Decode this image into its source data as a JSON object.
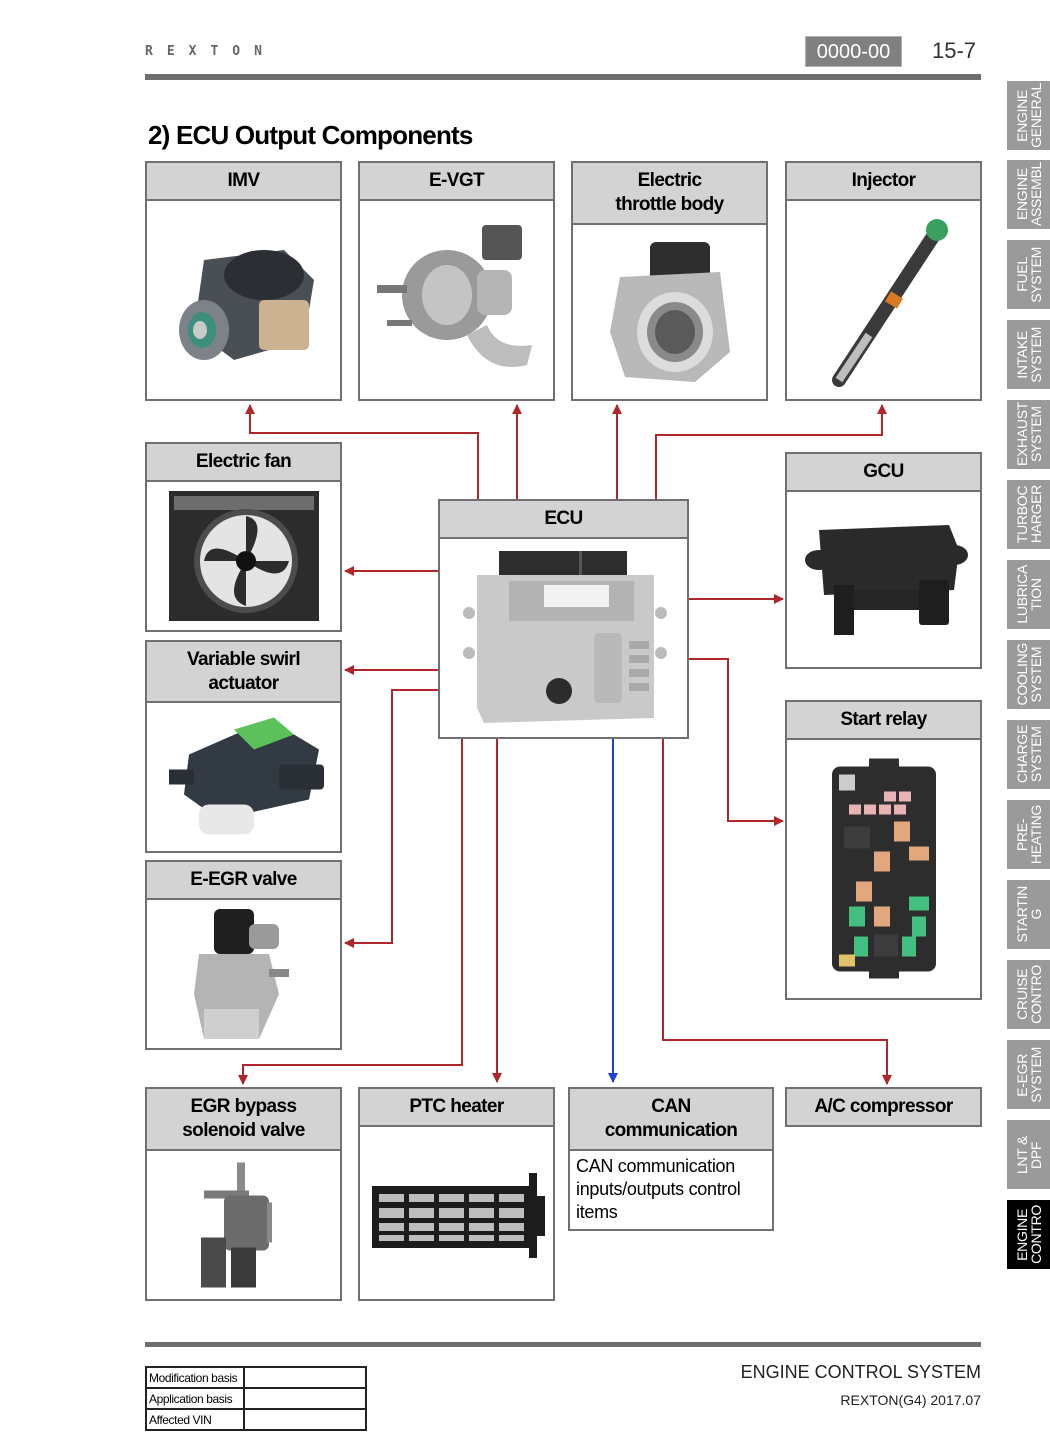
{
  "header": {
    "brand": "REXTON",
    "code": "0000-00",
    "page": "15-7"
  },
  "side_tabs": [
    {
      "label": "ENGINE\nGENERAL",
      "active": false
    },
    {
      "label": "ENGINE\nASSEMBL",
      "active": false
    },
    {
      "label": "FUEL\nSYSTEM",
      "active": false
    },
    {
      "label": "INTAKE\nSYSTEM",
      "active": false
    },
    {
      "label": "EXHAUST\nSYSTEM",
      "active": false
    },
    {
      "label": "TURBOC\nHARGER",
      "active": false
    },
    {
      "label": "LUBRICA\nTION",
      "active": false
    },
    {
      "label": "COOLING\nSYSTEM",
      "active": false
    },
    {
      "label": "CHARGE\nSYSTEM",
      "active": false
    },
    {
      "label": "PRE-\nHEATING",
      "active": false
    },
    {
      "label": "STARTIN\nG",
      "active": false
    },
    {
      "label": "CRUISE\nCONTRO",
      "active": false
    },
    {
      "label": "E-EGR\nSYSTEM",
      "active": false
    },
    {
      "label": "LNT &\nDPF",
      "active": false
    },
    {
      "label": "ENGINE\nCONTRO",
      "active": true
    }
  ],
  "section_title": "2) ECU Output Components",
  "diagram": {
    "hub": {
      "id": "ecu",
      "label": "ECU"
    },
    "components": [
      {
        "id": "imv",
        "label": "IMV",
        "icon": "imv-valve-image"
      },
      {
        "id": "evgt",
        "label": "E-VGT",
        "icon": "turbocharger-image"
      },
      {
        "id": "etb",
        "label": "Electric\nthrottle body",
        "icon": "throttle-body-image"
      },
      {
        "id": "injector",
        "label": "Injector",
        "icon": "injector-image"
      },
      {
        "id": "fan",
        "label": "Electric fan",
        "icon": "electric-fan-image"
      },
      {
        "id": "gcu",
        "label": "GCU",
        "icon": "gcu-module-image"
      },
      {
        "id": "vsa",
        "label": "Variable swirl\nactuator",
        "icon": "swirl-actuator-image"
      },
      {
        "id": "relay",
        "label": "Start relay",
        "icon": "fuse-relay-box-image"
      },
      {
        "id": "egr",
        "label": "E-EGR valve",
        "icon": "egr-valve-image"
      },
      {
        "id": "egrbypass",
        "label": "EGR bypass\nsolenoid valve",
        "icon": "solenoid-valve-image"
      },
      {
        "id": "ptc",
        "label": "PTC heater",
        "icon": "ptc-heater-image"
      },
      {
        "id": "can",
        "label": "CAN\ncommunication",
        "description": "CAN communication inputs/outputs control items"
      },
      {
        "id": "ac",
        "label": "A/C compressor"
      }
    ],
    "connections": [
      {
        "from": "ecu",
        "to": "imv",
        "color": "#b0262a"
      },
      {
        "from": "ecu",
        "to": "evgt",
        "color": "#b0262a"
      },
      {
        "from": "ecu",
        "to": "etb",
        "color": "#b0262a"
      },
      {
        "from": "ecu",
        "to": "injector",
        "color": "#b0262a"
      },
      {
        "from": "ecu",
        "to": "fan",
        "color": "#b0262a"
      },
      {
        "from": "ecu",
        "to": "vsa",
        "color": "#b0262a"
      },
      {
        "from": "ecu",
        "to": "egr",
        "color": "#b0262a"
      },
      {
        "from": "ecu",
        "to": "gcu",
        "color": "#b0262a"
      },
      {
        "from": "ecu",
        "to": "relay",
        "color": "#b0262a"
      },
      {
        "from": "ecu",
        "to": "egrbypass",
        "color": "#b0262a"
      },
      {
        "from": "ecu",
        "to": "ptc",
        "color": "#b0262a"
      },
      {
        "from": "ecu",
        "to": "can",
        "color": "#1f3fd6"
      },
      {
        "from": "ecu",
        "to": "ac",
        "color": "#b0262a"
      }
    ]
  },
  "footer": {
    "rows": [
      {
        "label": "Modification basis",
        "value": ""
      },
      {
        "label": "Application basis",
        "value": ""
      },
      {
        "label": "Affected VIN",
        "value": ""
      }
    ],
    "system": "ENGINE CONTROL SYSTEM",
    "model": "REXTON(G4) 2017.07"
  }
}
